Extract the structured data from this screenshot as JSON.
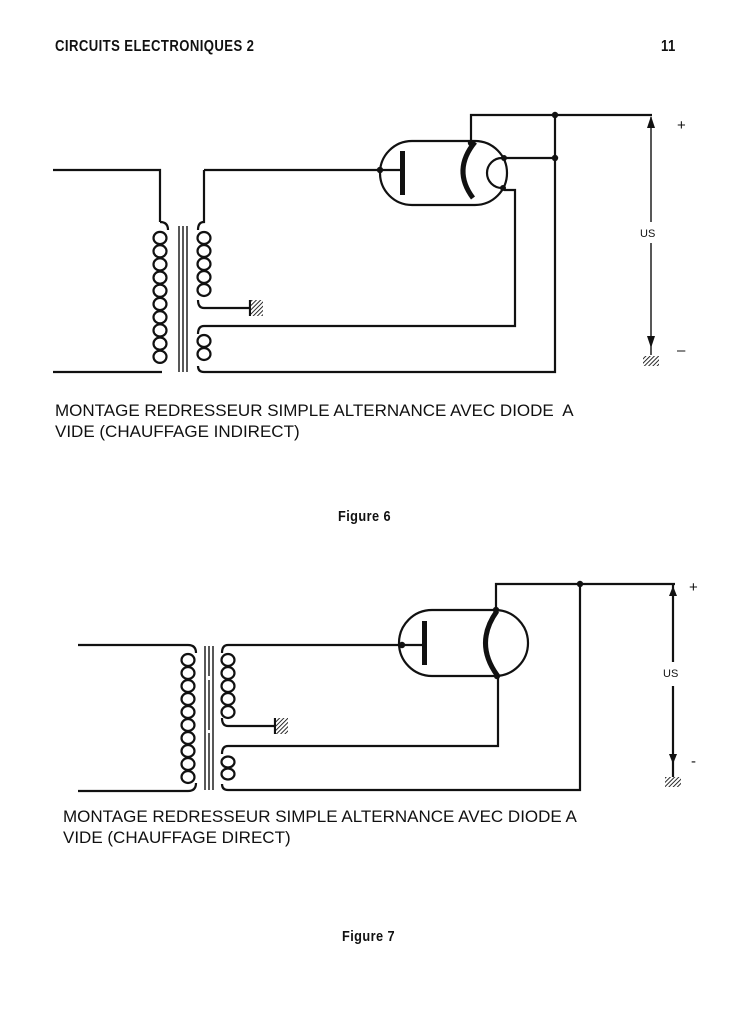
{
  "header": {
    "title": "CIRCUITS ELECTRONIQUES 2",
    "page_number": "11"
  },
  "figures": [
    {
      "id": "figure-6",
      "caption_line1": "MONTAGE REDRESSEUR SIMPLE ALTERNANCE AVEC DIODE  A",
      "caption_line2": "VIDE (CHAUFFAGE INDIRECT)",
      "label": "Figure 6",
      "output_voltage_label": "US",
      "plus_label": "+",
      "minus_label": "–",
      "tube_type": "indirectly-heated vacuum diode"
    },
    {
      "id": "figure-7",
      "caption_line1": "MONTAGE REDRESSEUR SIMPLE ALTERNANCE AVEC DIODE A",
      "caption_line2": "VIDE (CHAUFFAGE DIRECT)",
      "label": "Figure 7",
      "output_voltage_label": "US",
      "plus_label": "+",
      "minus_label": "-",
      "tube_type": "directly-heated vacuum diode"
    }
  ]
}
